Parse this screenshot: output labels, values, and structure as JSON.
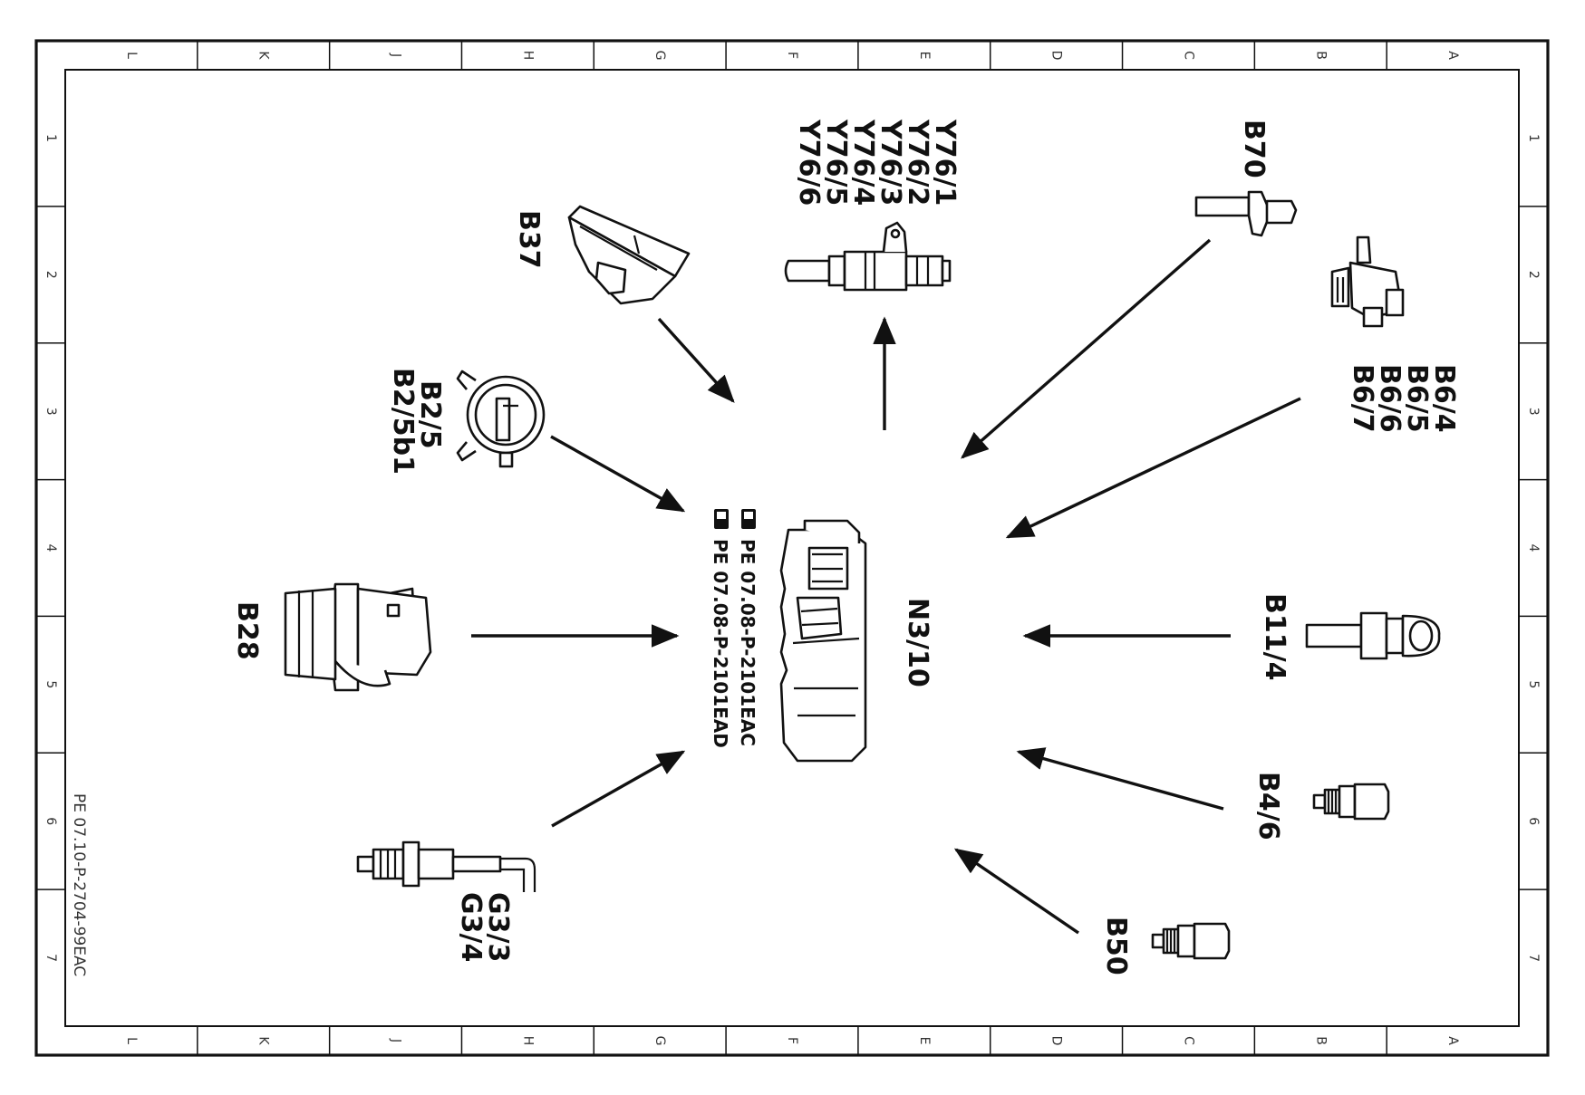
{
  "frame": {
    "columns": [
      "L",
      "K",
      "J",
      "H",
      "G",
      "F",
      "E",
      "D",
      "C",
      "B",
      "A"
    ],
    "rows": [
      "1",
      "2",
      "3",
      "4",
      "5",
      "6",
      "7"
    ]
  },
  "document_id": "PE 07.10-P-2704-99EAC",
  "center_unit": {
    "label": "N3/10",
    "references": [
      "PE 07.08-P-2101EAC",
      "PE 07.08-P-2101EAD"
    ]
  },
  "components": [
    {
      "id": "b70",
      "label_lines": [
        "B70"
      ]
    },
    {
      "id": "y76",
      "label_lines": [
        "Y76/1",
        "Y76/2",
        "Y76/3",
        "Y76/4",
        "Y76/5",
        "Y76/6"
      ]
    },
    {
      "id": "b37",
      "label_lines": [
        "B37"
      ]
    },
    {
      "id": "b6",
      "label_lines": [
        "B6/4",
        "B6/5",
        "B6/6",
        "B6/7"
      ]
    },
    {
      "id": "b2",
      "label_lines": [
        "B2/5",
        "B2/5b1"
      ]
    },
    {
      "id": "b28",
      "label_lines": [
        "B28"
      ]
    },
    {
      "id": "b11",
      "label_lines": [
        "B11/4"
      ]
    },
    {
      "id": "b4",
      "label_lines": [
        "B4/6"
      ]
    },
    {
      "id": "g3",
      "label_lines": [
        "G3/3",
        "G3/4"
      ]
    },
    {
      "id": "b50",
      "label_lines": [
        "B50"
      ]
    }
  ]
}
